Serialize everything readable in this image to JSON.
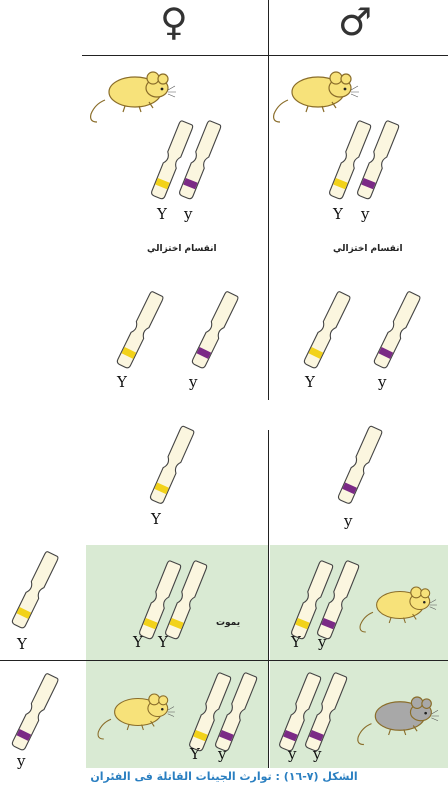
{
  "header": {
    "female_symbol": "♀",
    "male_symbol": "♂"
  },
  "labels": {
    "Y": "Y",
    "y": "y",
    "meiosis": "انقسام اختزالي",
    "dies": "يموت"
  },
  "colors": {
    "dominant_band": "#f2d21a",
    "recessive_band": "#7b2a86",
    "green_cell": "#d9ead3",
    "yellow_mouse": "#f7e27a",
    "gray_mouse": "#a8a8a8",
    "caption": "#2a7fc1"
  },
  "caption": "الشكل (٧-١٦) : توارث الجينات القاتلة فى الفئران"
}
